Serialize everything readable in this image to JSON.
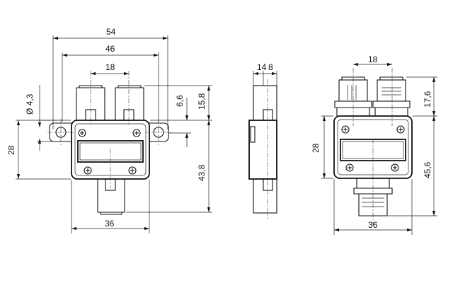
{
  "front_view": {
    "dim_top_outer": "54",
    "dim_top_inner": "46",
    "dim_connector_spacing": "18",
    "dim_hole_dia": "Ø 4,3",
    "dim_body_height": "28",
    "dim_upper_right_a": "6,6",
    "dim_upper_right_b": "15,8",
    "dim_lower_right": "43,8",
    "dim_bottom_width": "36"
  },
  "side_view": {
    "dim_thickness_a": "14",
    "dim_thickness_b": "8"
  },
  "right_view": {
    "dim_connector_spacing": "18",
    "dim_upper": "17,6",
    "dim_body_height": "28",
    "dim_lower": "45,6",
    "dim_bottom_width": "36"
  }
}
